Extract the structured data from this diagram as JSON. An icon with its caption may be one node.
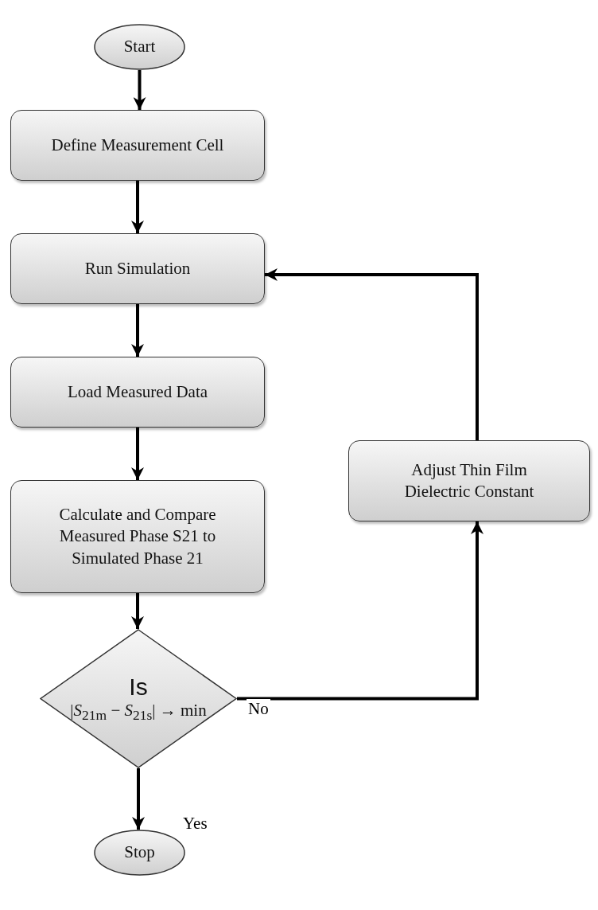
{
  "diagram": {
    "nodes": [
      {
        "text": [
          "Start"
        ]
      },
      {
        "text": [
          "Define Measurement Cell"
        ]
      },
      {
        "text": [
          "Run Simulation"
        ]
      },
      {
        "text": [
          "Load Measured Data"
        ]
      },
      {
        "text": [
          "Calculate and Compare Measured Phase S21 to Simulated Phase 21"
        ]
      },
      {
        "text": [
          "Is",
          "|*S*$_{21m}$ − *S*$_{21s}$| → min"
        ]
      },
      {
        "text": [
          "Stop"
        ]
      },
      {
        "text": [
          "Adjust Thin Film Dielectric Constant"
        ]
      }
    ],
    "edges": [
      {
        "from": 0,
        "to": 1,
        "arrow": "to"
      },
      {
        "from": 1,
        "to": 2,
        "arrow": "to"
      },
      {
        "from": 2,
        "to": 3,
        "arrow": "to"
      },
      {
        "from": 3,
        "to": 4,
        "arrow": "to"
      },
      {
        "from": 4,
        "to": 5,
        "arrow": "to"
      },
      {
        "from": 5,
        "to": 6,
        "arrow": "to",
        "label": "Yes"
      },
      {
        "from": 5,
        "to": 7,
        "arrow": "to",
        "label": "No"
      },
      {
        "from": 7,
        "to": 2,
        "arrow": "to"
      }
    ]
  }
}
